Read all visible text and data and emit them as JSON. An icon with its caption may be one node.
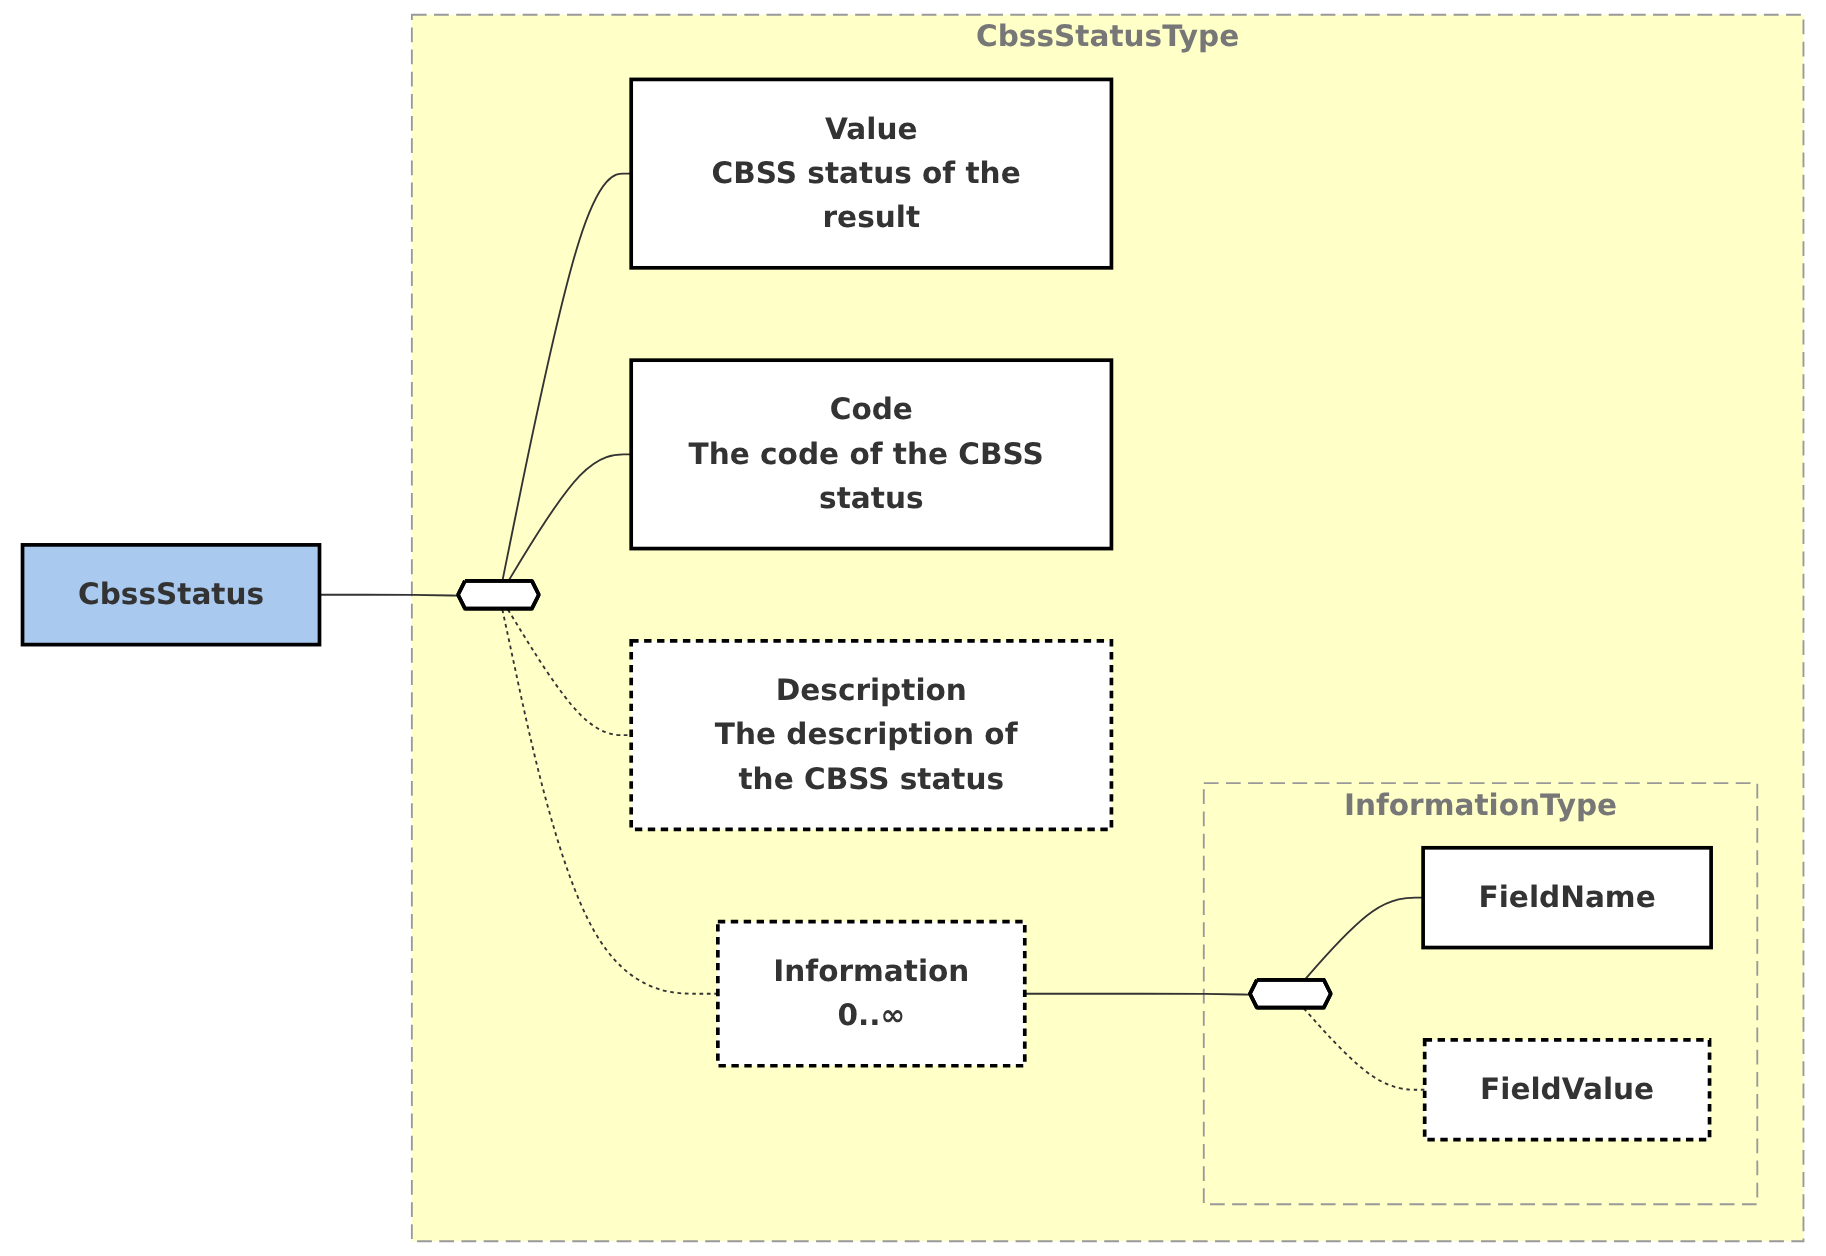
{
  "diagram": {
    "nodes": [
      {
        "text": [
          "CbssStatus"
        ]
      },
      {
        "text": [
          "CbssStatusType"
        ]
      },
      {
        "text": [],
        "shape": "hexagon",
        "in": 1
      },
      {
        "text": [
          "Value",
          "CBSS status of the result"
        ],
        "in": 1
      },
      {
        "text": [
          "Code",
          "The code of the CBSS status"
        ],
        "in": 1
      },
      {
        "text": [
          "Description",
          "The description of the CBSS status"
        ],
        "in": 1
      },
      {
        "text": [
          "Information",
          "0..∞"
        ],
        "in": 1
      },
      {
        "text": [
          "InformationType"
        ],
        "in": 1
      },
      {
        "text": [],
        "shape": "hexagon",
        "in": 7
      },
      {
        "text": [
          "FieldName"
        ],
        "in": 7
      },
      {
        "text": [
          "FieldValue"
        ],
        "in": 7
      }
    ],
    "edges": [
      {
        "from": 0,
        "to": 2,
        "arrow": "none"
      },
      {
        "from": 2,
        "to": 3,
        "arrow": "none"
      },
      {
        "from": 2,
        "to": 4,
        "arrow": "none"
      },
      {
        "from": 2,
        "to": 5,
        "arrow": "none",
        "style": "dashed"
      },
      {
        "from": 2,
        "to": 6,
        "arrow": "none",
        "style": "dashed"
      },
      {
        "from": 6,
        "to": 8,
        "arrow": "none"
      },
      {
        "from": 8,
        "to": 9,
        "arrow": "none"
      },
      {
        "from": 8,
        "to": 10,
        "arrow": "none",
        "style": "dashed"
      }
    ]
  }
}
